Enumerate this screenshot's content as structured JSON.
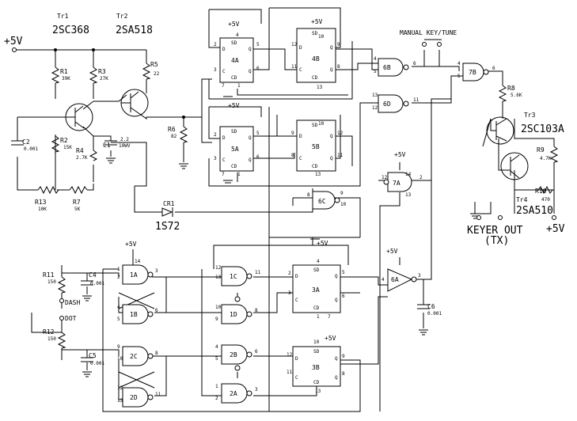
{
  "components": {
    "tr1": {
      "ref": "Tr1",
      "part": "2SC368"
    },
    "tr2": {
      "ref": "Tr2",
      "part": "2SA518"
    },
    "tr3": {
      "ref": "Tr3",
      "part": "2SC103A"
    },
    "tr4": {
      "ref": "Tr4",
      "part": "2SA510"
    },
    "r1": {
      "ref": "R1",
      "value": "39K"
    },
    "r3": {
      "ref": "R3",
      "value": "27K"
    },
    "r5": {
      "ref": "R5",
      "value": "22"
    },
    "r2": {
      "ref": "R2",
      "value": "15K"
    },
    "r4": {
      "ref": "R4",
      "value": "2.7K"
    },
    "r6": {
      "ref": "R6",
      "value": "82"
    },
    "r13": {
      "ref": "R13",
      "value": "10K"
    },
    "r7": {
      "ref": "R7",
      "value": "5K"
    },
    "r8": {
      "ref": "R8",
      "value": "5.6K"
    },
    "r9": {
      "ref": "R9",
      "value": "4.7K"
    },
    "r10": {
      "ref": "R10",
      "value": "470"
    },
    "r11": {
      "ref": "R11",
      "value": "150"
    },
    "r12": {
      "ref": "R12",
      "value": "150"
    },
    "c2": {
      "ref": "C2",
      "value": "0.001"
    },
    "c1": {
      "ref": "C1",
      "value": "2.2",
      "rating": "10WV"
    },
    "c4": {
      "ref": "C4",
      "value": "0.001"
    },
    "c5": {
      "ref": "C5",
      "value": "0.001"
    },
    "c6": {
      "ref": "C6",
      "value": "0.001"
    },
    "cr1": {
      "ref": "CR1",
      "part": "1S72"
    }
  },
  "labels": {
    "supply": "+5V",
    "manual_key": "MANUAL KEY/TUNE",
    "keyer_out": "KEYER OUT",
    "tx": "(TX)",
    "dash": "DASH",
    "dot": "DOT"
  },
  "flipflops": [
    "4A",
    "4B",
    "5A",
    "5B",
    "3A",
    "3B"
  ],
  "ff_pins": {
    "sd": "SD",
    "d": "D",
    "q": "Q",
    "c": "C",
    "cd": "CD",
    "qbar": "Q"
  },
  "gates": [
    "6B",
    "6D",
    "7B",
    "7A",
    "6C",
    "6A",
    "1A",
    "1B",
    "2C",
    "2D",
    "1C",
    "1D",
    "2B",
    "2A"
  ]
}
